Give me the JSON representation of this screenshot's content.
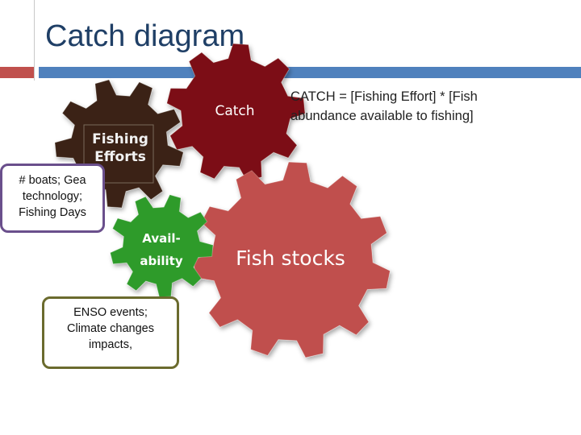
{
  "slide": {
    "title": "Catch diagram",
    "formula": "CATCH = [Fishing Effort] * [Fish abundance available to fishing]"
  },
  "gears": {
    "catch": {
      "label": "Catch",
      "color": "#7b1113"
    },
    "fishing_efforts": {
      "label_line1": "Fishing",
      "label_line2": "Efforts",
      "color": "#3b2416"
    },
    "availability": {
      "label_line1": "Avail-",
      "label_line2": "ability",
      "color": "#2f9b2a"
    },
    "fish_stocks": {
      "label": "Fish stocks",
      "color": "#c0504d"
    }
  },
  "boxes": {
    "boats": {
      "line1": "# boats; Gea",
      "line2": "technology;",
      "line3": "Fishing Days"
    },
    "enso": {
      "line1": "ENSO events;",
      "line2": "Climate changes",
      "line3": "impacts,"
    }
  },
  "colors": {
    "title": "#1f3f66",
    "accent_red": "#c0504d",
    "accent_blue": "#4f81bd",
    "box_purple": "#6a4f8c",
    "box_olive": "#6b6b2e"
  }
}
